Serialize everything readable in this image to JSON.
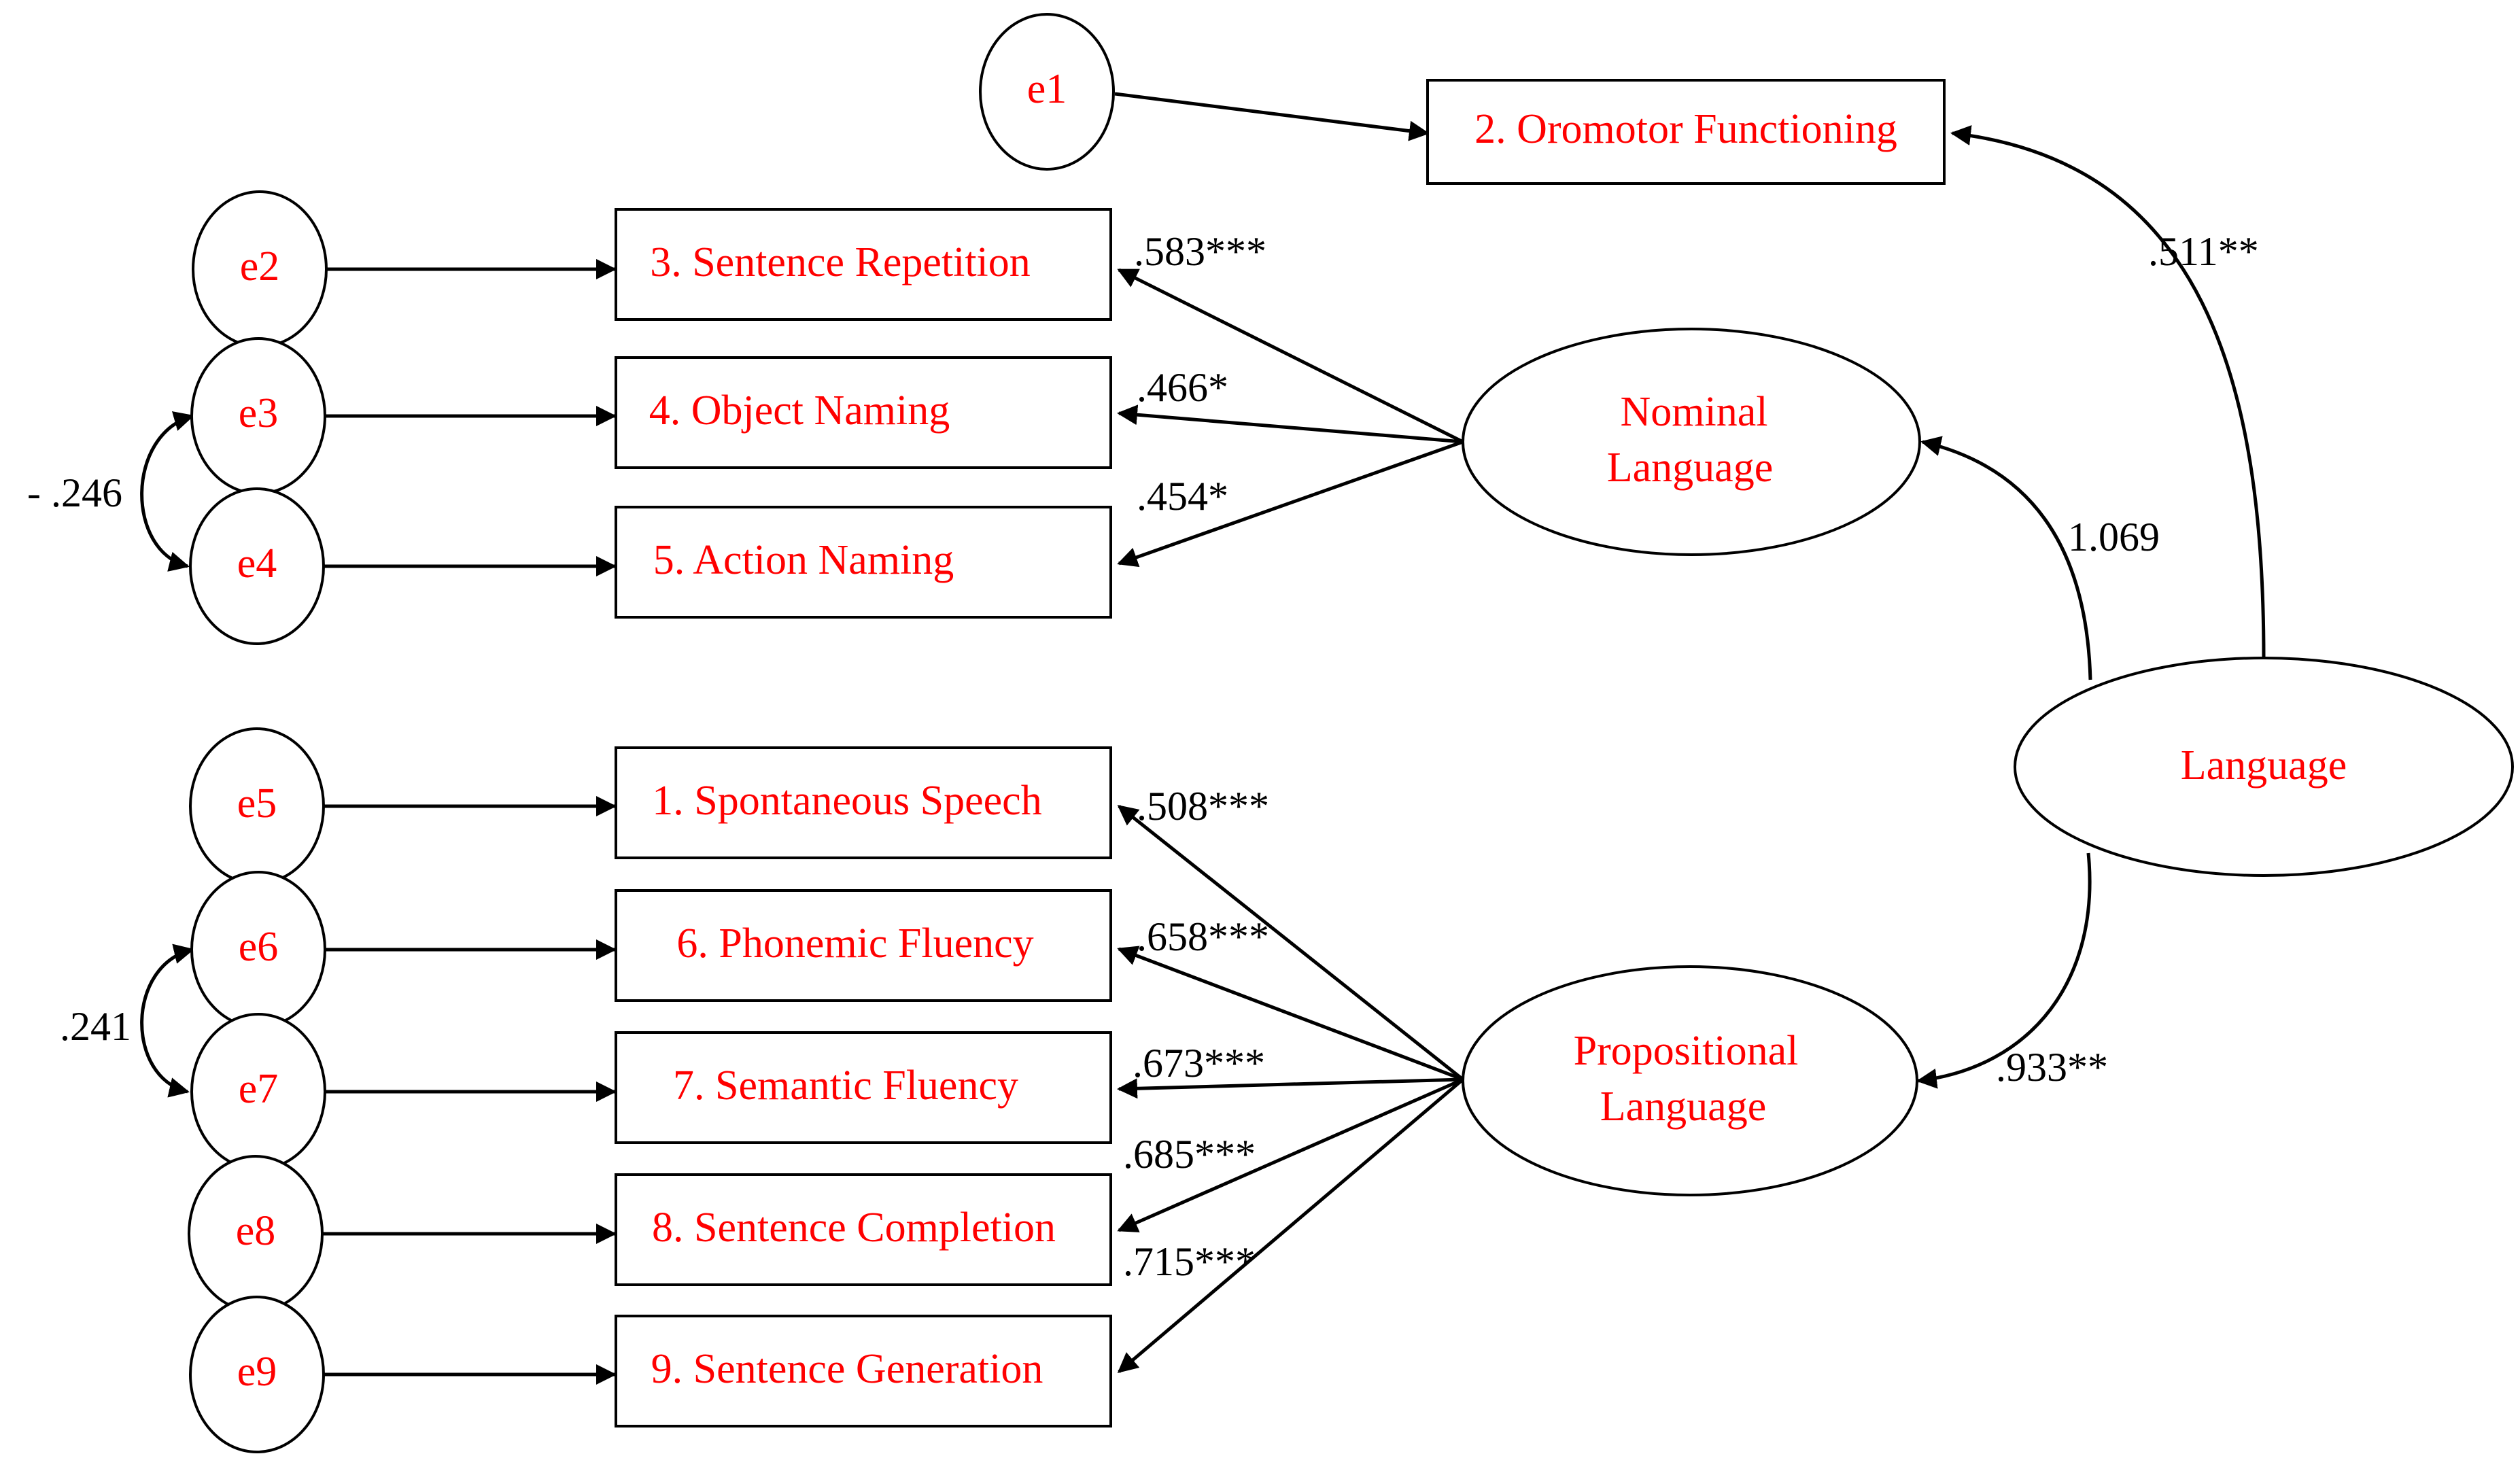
{
  "colors": {
    "node_text": "#ff0000",
    "line": "#000000",
    "background": "#ffffff"
  },
  "errors": {
    "e1": "e1",
    "e2": "e2",
    "e3": "e3",
    "e4": "e4",
    "e5": "e5",
    "e6": "e6",
    "e7": "e7",
    "e8": "e8",
    "e9": "e9"
  },
  "indicators": {
    "oromotor": "2. Oromotor Functioning",
    "sentence_repetition": "3. Sentence Repetition",
    "object_naming": "4. Object Naming",
    "action_naming": "5. Action Naming",
    "spontaneous_speech": "1. Spontaneous Speech",
    "phonemic_fluency": "6. Phonemic Fluency",
    "semantic_fluency": "7. Semantic Fluency",
    "sentence_completion": "8. Sentence Completion",
    "sentence_generation": "9. Sentence Generation"
  },
  "latents": {
    "nominal_line1": "Nominal",
    "nominal_line2": "Language",
    "propositional_line1": "Propositional",
    "propositional_line2": "Language",
    "language": "Language"
  },
  "paths": {
    "language_to_oromotor": ".511**",
    "language_to_nominal": "1.069",
    "language_to_propositional": ".933**",
    "nominal_to_sentence_repetition": ".583***",
    "nominal_to_object_naming": ".466*",
    "nominal_to_action_naming": ".454*",
    "propositional_to_spontaneous_speech": ".508***",
    "propositional_to_phonemic_fluency": ".658***",
    "propositional_to_semantic_fluency": ".673***",
    "propositional_to_sentence_completion": ".685***",
    "propositional_to_sentence_generation": ".715***"
  },
  "covariances": {
    "e3_e4": "- .246",
    "e6_e7": ".241"
  }
}
